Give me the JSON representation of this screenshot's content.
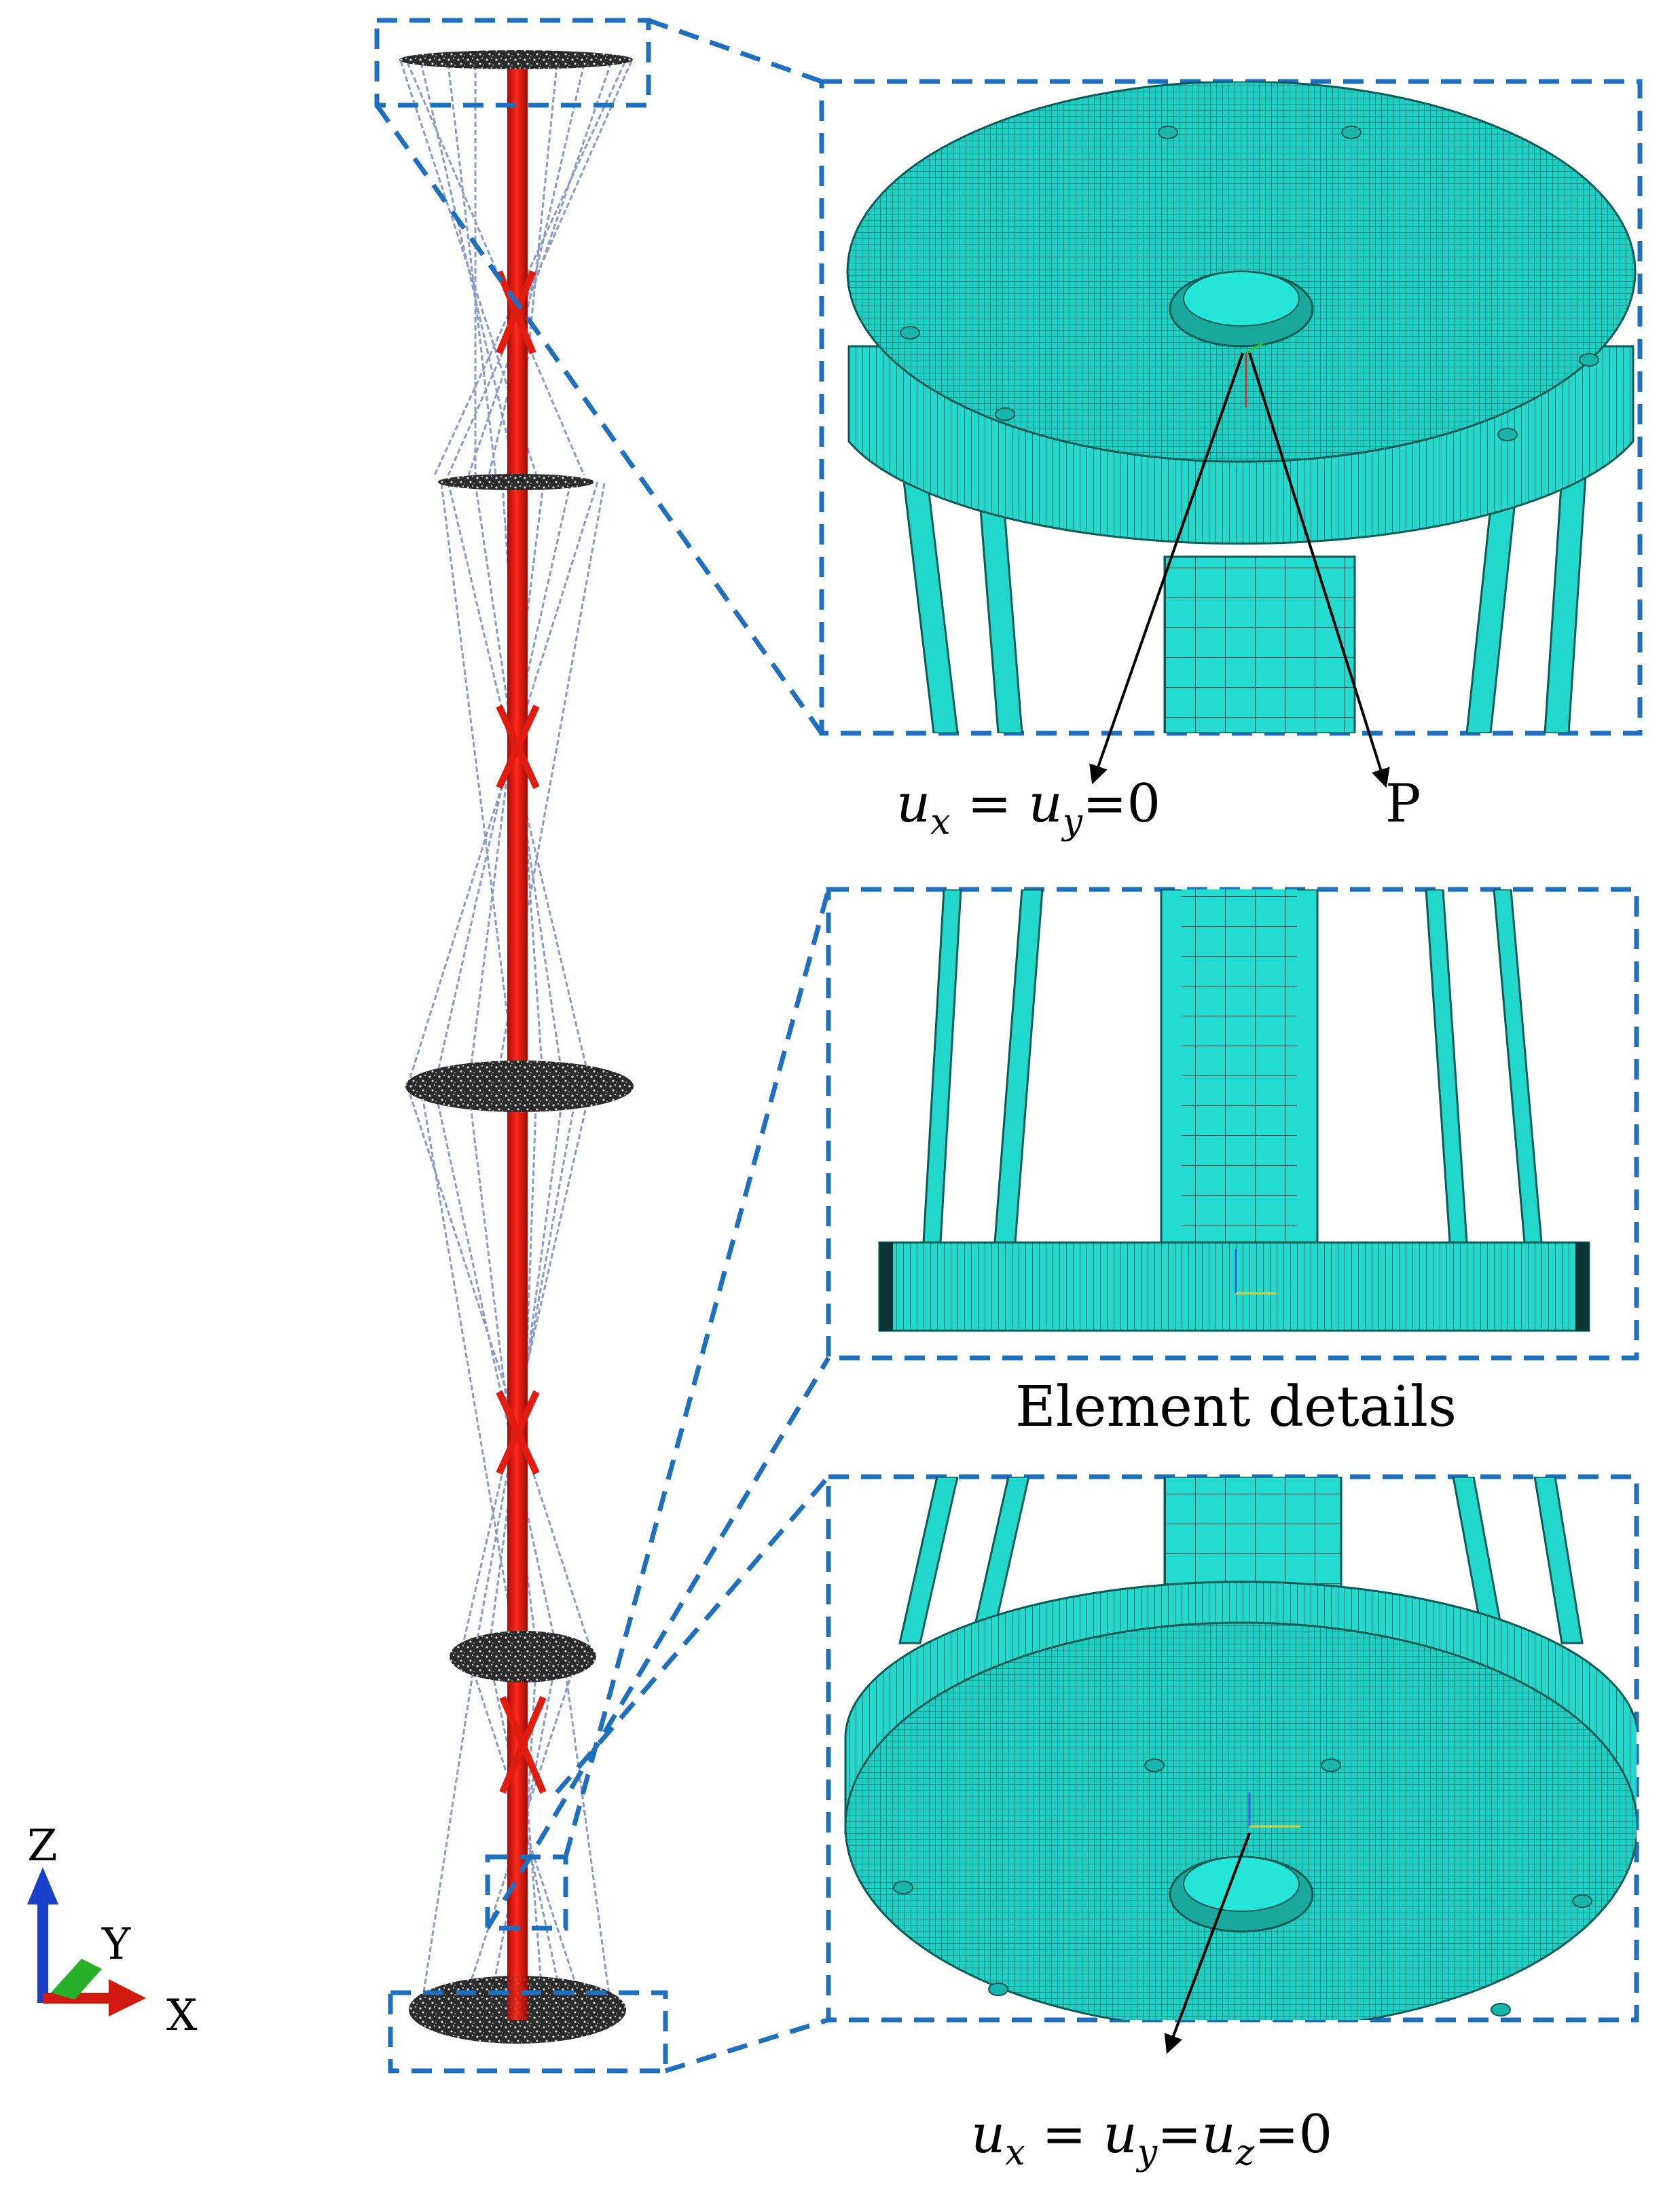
{
  "figure": {
    "top_boundary_label": {
      "u1": "u",
      "s1": "x",
      "eq1": " = ",
      "u2": "u",
      "s2": "y",
      "rest": "=0"
    },
    "load_label": "P",
    "middle_caption": "Element details",
    "bottom_boundary_label": {
      "u1": "u",
      "s1": "x",
      "eq1": " = ",
      "u2": "u",
      "s2": "y",
      "eq2": "=",
      "u3": "u",
      "s3": "z",
      "rest": "=0"
    },
    "axes": {
      "z": "Z",
      "y": "Y",
      "x": "X"
    }
  },
  "colors": {
    "rod": "#e01b10",
    "mesh": "#20e0d2",
    "mesh_dark": "#0a5a58",
    "disk": "#2a2a2a",
    "cable": "#7b8fc4",
    "callout": "#1f6fbf",
    "axis_z": "#1a3fc8",
    "axis_x": "#d01a10",
    "axis_y": "#28b02a"
  }
}
